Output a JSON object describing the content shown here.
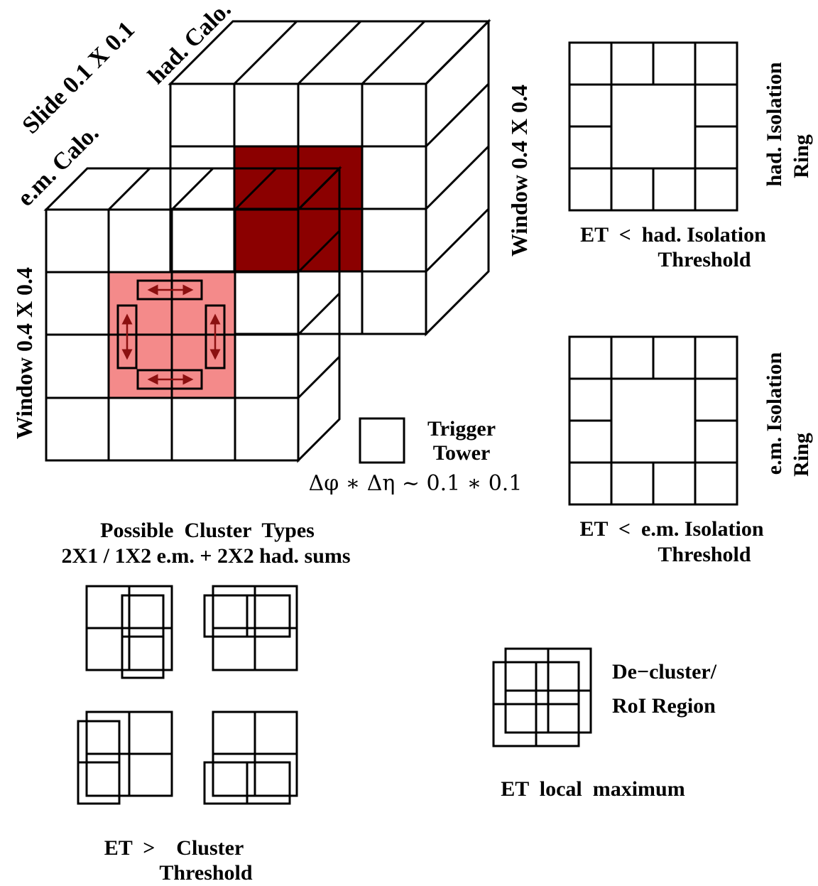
{
  "colors": {
    "hadronic": "#c2c2f2",
    "em": "#c0ecc0",
    "cluster_core": "#8b0000",
    "em_core": "#f48a8a",
    "slide_box": "#fdf5c0",
    "arrow": "#8b1010",
    "outline": "#000000"
  },
  "calo": {
    "had_label": "had. Calo.",
    "slide_label": "Slide 0.1 X 0.1",
    "em_label": "e.m. Calo.",
    "window_left": "Window 0.4 X 0.4",
    "window_right": "Window 0.4 X 0.4"
  },
  "legend": {
    "line1": "Trigger",
    "line2": "Tower",
    "formula": "Δφ ∗ Δη ~ 0.1 ∗ 0.1"
  },
  "had_ring": {
    "side_line1": "had. Isolation",
    "side_line2": "Ring",
    "caption_line1": "ET  <  had. Isolation",
    "caption_line2": "Threshold"
  },
  "em_ring": {
    "side_line1": "e.m. Isolation",
    "side_line2": "Ring",
    "caption_line1": "ET  <  e.m. Isolation",
    "caption_line2": "Threshold"
  },
  "clusters": {
    "title_line1": "Possible  Cluster  Types",
    "title_line2": "2X1 / 1X2 e.m. + 2X2 had. sums",
    "caption_line1": "ET  >    Cluster",
    "caption_line2": "Threshold"
  },
  "roi": {
    "label_line1": "De−cluster/",
    "label_line2": "RoI Region",
    "caption": "ET  local  maximum"
  }
}
